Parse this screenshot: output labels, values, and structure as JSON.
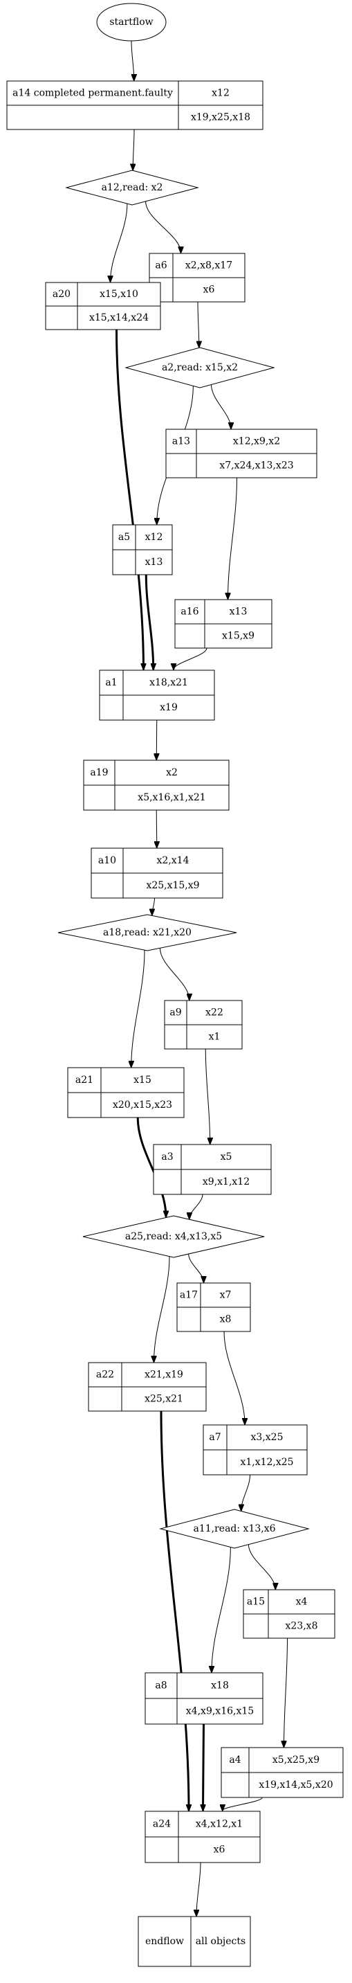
{
  "nodes": [
    {
      "id": "startflow",
      "kind": "ellipse",
      "label": "startflow"
    },
    {
      "id": "a14",
      "kind": "record",
      "name": "a14 completed permanent.faulty",
      "writes": "x12",
      "reads": "x19,x25,x18"
    },
    {
      "id": "d12",
      "kind": "decision",
      "label": "a12,read: x2"
    },
    {
      "id": "a6",
      "kind": "record",
      "name": "a6",
      "writes": "x2,x8,x17",
      "reads": "x6"
    },
    {
      "id": "a20",
      "kind": "record",
      "name": "a20",
      "writes": "x15,x10",
      "reads": "x15,x14,x24"
    },
    {
      "id": "d2",
      "kind": "decision",
      "label": "a2,read: x15,x2"
    },
    {
      "id": "a13",
      "kind": "record",
      "name": "a13",
      "writes": "x12,x9,x2",
      "reads": "x7,x24,x13,x23"
    },
    {
      "id": "a5",
      "kind": "record",
      "name": "a5",
      "writes": "x12",
      "reads": "x13"
    },
    {
      "id": "a16",
      "kind": "record",
      "name": "a16",
      "writes": "x13",
      "reads": "x15,x9"
    },
    {
      "id": "a1",
      "kind": "record",
      "name": "a1",
      "writes": "x18,x21",
      "reads": "x19"
    },
    {
      "id": "a19",
      "kind": "record",
      "name": "a19",
      "writes": "x2",
      "reads": "x5,x16,x1,x21"
    },
    {
      "id": "a10",
      "kind": "record",
      "name": "a10",
      "writes": "x2,x14",
      "reads": "x25,x15,x9"
    },
    {
      "id": "d18",
      "kind": "decision",
      "label": "a18,read: x21,x20"
    },
    {
      "id": "a9",
      "kind": "record",
      "name": "a9",
      "writes": "x22",
      "reads": "x1"
    },
    {
      "id": "a21",
      "kind": "record",
      "name": "a21",
      "writes": "x15",
      "reads": "x20,x15,x23"
    },
    {
      "id": "a3",
      "kind": "record",
      "name": "a3",
      "writes": "x5",
      "reads": "x9,x1,x12"
    },
    {
      "id": "d25",
      "kind": "decision",
      "label": "a25,read: x4,x13,x5"
    },
    {
      "id": "a17",
      "kind": "record",
      "name": "a17",
      "writes": "x7",
      "reads": "x8"
    },
    {
      "id": "a22",
      "kind": "record",
      "name": "a22",
      "writes": "x21,x19",
      "reads": "x25,x21"
    },
    {
      "id": "a7",
      "kind": "record",
      "name": "a7",
      "writes": "x3,x25",
      "reads": "x1,x12,x25"
    },
    {
      "id": "d11",
      "kind": "decision",
      "label": "a11,read: x13,x6"
    },
    {
      "id": "a15",
      "kind": "record",
      "name": "a15",
      "writes": "x4",
      "reads": "x23,x8"
    },
    {
      "id": "a8",
      "kind": "record",
      "name": "a8",
      "writes": "x18",
      "reads": "x4,x9,x16,x15"
    },
    {
      "id": "a4",
      "kind": "record",
      "name": "a4",
      "writes": "x5,x25,x9",
      "reads": "x19,x14,x5,x20"
    },
    {
      "id": "a24",
      "kind": "record",
      "name": "a24",
      "writes": "x4,x12,x1",
      "reads": "x6"
    },
    {
      "id": "endflow",
      "kind": "endrecord",
      "name": "endflow",
      "writes": "all objects"
    }
  ],
  "edges": [
    {
      "from": "startflow",
      "to": "a14",
      "bold": false
    },
    {
      "from": "a14",
      "to": "d12",
      "bold": false
    },
    {
      "from": "d12",
      "to": "a6",
      "bold": false
    },
    {
      "from": "d12",
      "to": "a20",
      "bold": false
    },
    {
      "from": "a6",
      "to": "d2",
      "bold": false
    },
    {
      "from": "d2",
      "to": "a13",
      "bold": false
    },
    {
      "from": "d2",
      "to": "a5",
      "bold": false
    },
    {
      "from": "a13",
      "to": "a16",
      "bold": false
    },
    {
      "from": "a20",
      "to": "a1",
      "bold": true
    },
    {
      "from": "a5",
      "to": "a1",
      "bold": true
    },
    {
      "from": "a16",
      "to": "a1",
      "bold": false
    },
    {
      "from": "a1",
      "to": "a19",
      "bold": false
    },
    {
      "from": "a19",
      "to": "a10",
      "bold": false
    },
    {
      "from": "a10",
      "to": "d18",
      "bold": false
    },
    {
      "from": "d18",
      "to": "a9",
      "bold": false
    },
    {
      "from": "d18",
      "to": "a21",
      "bold": false
    },
    {
      "from": "a9",
      "to": "a3",
      "bold": false
    },
    {
      "from": "a21",
      "to": "d25",
      "bold": true
    },
    {
      "from": "a3",
      "to": "d25",
      "bold": false
    },
    {
      "from": "d25",
      "to": "a17",
      "bold": false
    },
    {
      "from": "d25",
      "to": "a22",
      "bold": false
    },
    {
      "from": "a17",
      "to": "a7",
      "bold": false
    },
    {
      "from": "a7",
      "to": "d11",
      "bold": false
    },
    {
      "from": "d11",
      "to": "a15",
      "bold": false
    },
    {
      "from": "d11",
      "to": "a8",
      "bold": false
    },
    {
      "from": "a15",
      "to": "a4",
      "bold": false
    },
    {
      "from": "a22",
      "to": "a24",
      "bold": true
    },
    {
      "from": "a8",
      "to": "a24",
      "bold": true
    },
    {
      "from": "a4",
      "to": "a24",
      "bold": false
    },
    {
      "from": "a24",
      "to": "endflow",
      "bold": false
    }
  ]
}
